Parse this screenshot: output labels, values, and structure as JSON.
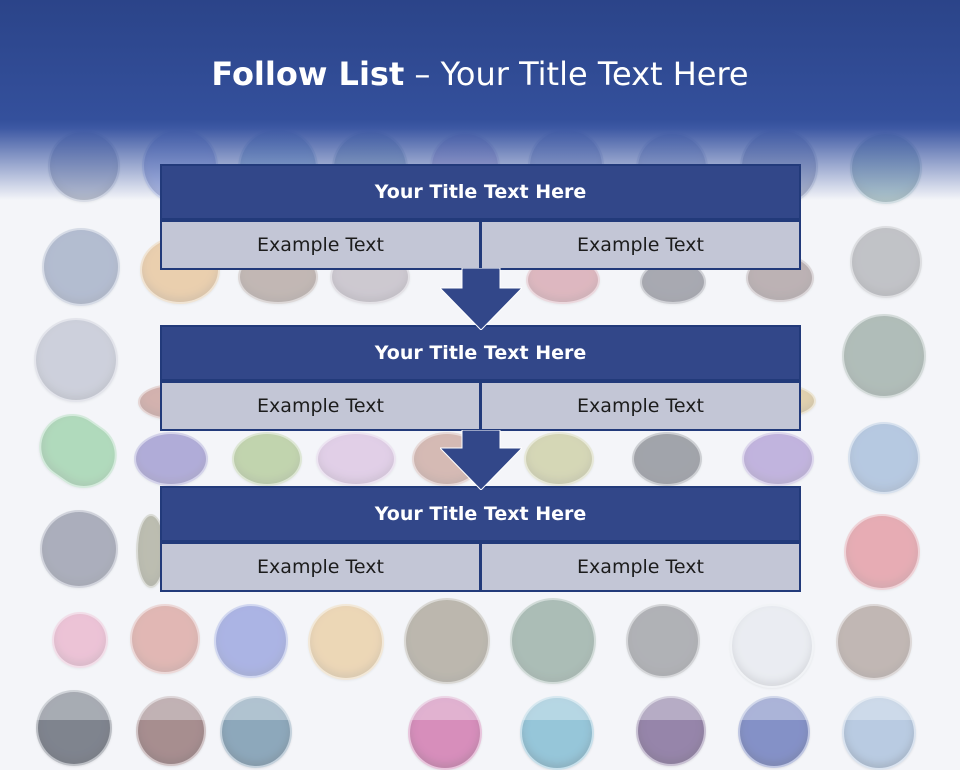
{
  "slide": {
    "title_bold": "Follow List",
    "title_rest": " – Your Title Text Here"
  },
  "steps": [
    {
      "title": "Your Title Text Here",
      "left_text": "Example Text",
      "right_text": "Example Text"
    },
    {
      "title": "Your Title Text Here",
      "left_text": "Example Text",
      "right_text": "Example Text"
    },
    {
      "title": "Your Title Text Here",
      "left_text": "Example Text",
      "right_text": "Example Text"
    }
  ],
  "colors": {
    "header_blue": "#2b4489",
    "panel_title": "#324789",
    "panel_cell": "#c3c6d6",
    "arrow": "#324789"
  }
}
